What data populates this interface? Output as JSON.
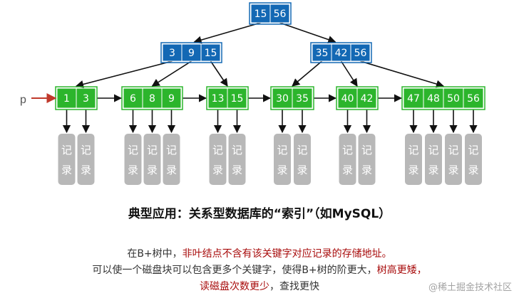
{
  "tree": {
    "root": [
      "15",
      "56"
    ],
    "internal": [
      [
        "3",
        "9",
        "15"
      ],
      [
        "35",
        "42",
        "56"
      ]
    ],
    "leaves": [
      [
        "1",
        "3"
      ],
      [
        "6",
        "8",
        "9"
      ],
      [
        "13",
        "15"
      ],
      [
        "30",
        "35"
      ],
      [
        "40",
        "42"
      ],
      [
        "47",
        "48",
        "50",
        "56"
      ]
    ],
    "pointer_label": "p",
    "record_top": "记",
    "record_bottom": "录"
  },
  "title": "典型应用：关系型数据库的“索引”（如MySQL）",
  "caption": {
    "line1_pre": "在B+树中，",
    "line1_hl": "非叶结点不含有该关键字对应记录的存储地址。",
    "line2_pre": "可以使一个磁盘块可以包含更多个关键字，使得B+树的阶更大，",
    "line2_hl": "树高更矮，",
    "line3_hl": "读磁盘次数更少",
    "line3_post": "，查找更快"
  },
  "watermark": "@稀土掘金技术社区",
  "colors": {
    "blue_node": "#1368b4",
    "green_node": "#2cb52c",
    "record": "#b8b8b8",
    "arrow": "#111111",
    "pointer": "#c0392b",
    "highlight": "#a80c0c"
  }
}
